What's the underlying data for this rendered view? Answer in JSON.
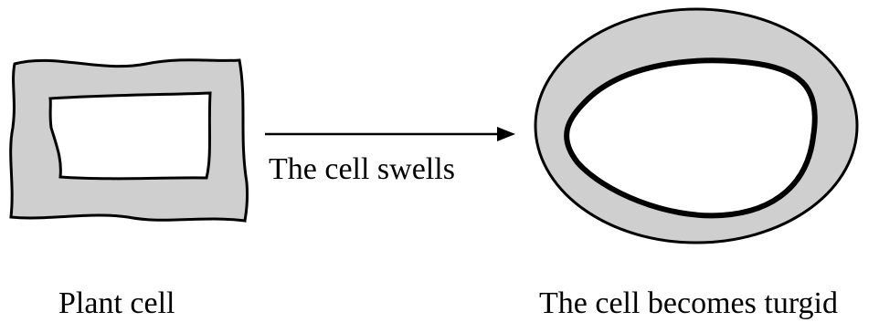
{
  "diagram": {
    "left_label": "Plant cell",
    "arrow_label": "The cell swells",
    "right_label": "The cell becomes turgid"
  },
  "colors": {
    "cytoplasm_fill": "#cfcfcf",
    "vacuole_fill": "#ffffff",
    "outline": "#000000",
    "background": "#ffffff"
  }
}
